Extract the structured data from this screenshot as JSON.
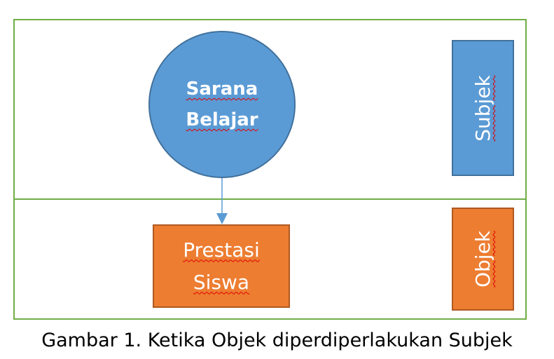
{
  "diagram": {
    "circle_label_line1": "Sarana",
    "circle_label_line2": "Belajar",
    "box_label_line1": "Prestasi",
    "box_label_line2": "Siswa",
    "subjek_label": "Subjek",
    "objek_label": "Objek",
    "caption": "Gambar 1. Ketika Objek diperdiperlakukan Subjek"
  },
  "colors": {
    "frame": "#70ad47",
    "blue": "#5b9bd5",
    "orange": "#ed7d31",
    "arrow": "#5b9bd5"
  }
}
